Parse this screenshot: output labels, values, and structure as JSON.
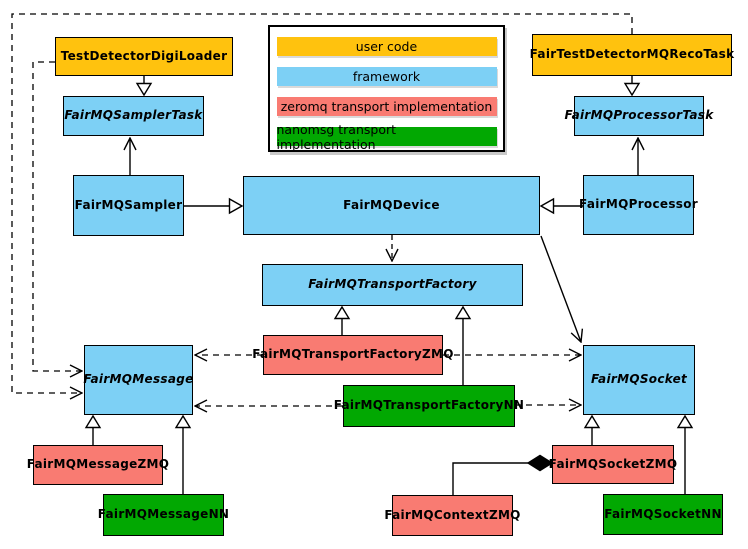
{
  "colors": {
    "user": "#FFC20E",
    "framework": "#7DD0F5",
    "zeromq": "#F97B72",
    "nanomsg": "#02A802",
    "canvas": "#FFFFFF",
    "line": "#000000"
  },
  "legend": {
    "items": [
      {
        "label": "user code",
        "type": "user"
      },
      {
        "label": "framework",
        "type": "framework"
      },
      {
        "label": "zeromq transport implementation",
        "type": "zeromq"
      },
      {
        "label": "nanomsg transport implementation",
        "type": "nanomsg"
      }
    ]
  },
  "nodes": {
    "testDetectorDigiLoader": {
      "label": "TestDetectorDigiLoader",
      "type": "user",
      "abstract": false
    },
    "fairTestDetectorMQRecoTask": {
      "label": "FairTestDetectorMQRecoTask",
      "type": "user",
      "abstract": false
    },
    "fairMQSamplerTask": {
      "label": "FairMQSamplerTask",
      "type": "framework",
      "abstract": true
    },
    "fairMQProcessorTask": {
      "label": "FairMQProcessorTask",
      "type": "framework",
      "abstract": true
    },
    "fairMQSampler": {
      "label": "FairMQSampler",
      "type": "framework",
      "abstract": false
    },
    "fairMQDevice": {
      "label": "FairMQDevice",
      "type": "framework",
      "abstract": false
    },
    "fairMQProcessor": {
      "label": "FairMQProcessor",
      "type": "framework",
      "abstract": false
    },
    "fairMQTransportFactory": {
      "label": "FairMQTransportFactory",
      "type": "framework",
      "abstract": true
    },
    "fairMQTransportFactoryZMQ": {
      "label": "FairMQTransportFactoryZMQ",
      "type": "zeromq",
      "abstract": false
    },
    "fairMQTransportFactoryNN": {
      "label": "FairMQTransportFactoryNN",
      "type": "nanomsg",
      "abstract": false
    },
    "fairMQMessage": {
      "label": "FairMQMessage",
      "type": "framework",
      "abstract": true
    },
    "fairMQSocket": {
      "label": "FairMQSocket",
      "type": "framework",
      "abstract": true
    },
    "fairMQMessageZMQ": {
      "label": "FairMQMessageZMQ",
      "type": "zeromq",
      "abstract": false
    },
    "fairMQMessageNN": {
      "label": "FairMQMessageNN",
      "type": "nanomsg",
      "abstract": false
    },
    "fairMQContextZMQ": {
      "label": "FairMQContextZMQ",
      "type": "zeromq",
      "abstract": false
    },
    "fairMQSocketZMQ": {
      "label": "FairMQSocketZMQ",
      "type": "zeromq",
      "abstract": false
    },
    "fairMQSocketNN": {
      "label": "FairMQSocketNN",
      "type": "nanomsg",
      "abstract": false
    }
  },
  "edges": [
    {
      "from": "testDetectorDigiLoader",
      "to": "fairMQSamplerTask",
      "kind": "inheritance-hollow-triangle"
    },
    {
      "from": "fairTestDetectorMQRecoTask",
      "to": "fairMQProcessorTask",
      "kind": "inheritance-hollow-triangle"
    },
    {
      "from": "fairMQSampler",
      "to": "fairMQSamplerTask",
      "kind": "solid-open-arrow"
    },
    {
      "from": "fairMQProcessor",
      "to": "fairMQProcessorTask",
      "kind": "solid-open-arrow"
    },
    {
      "from": "fairMQSampler",
      "to": "fairMQDevice",
      "kind": "inheritance-hollow-triangle"
    },
    {
      "from": "fairMQProcessor",
      "to": "fairMQDevice",
      "kind": "inheritance-hollow-triangle"
    },
    {
      "from": "fairMQDevice",
      "to": "fairMQTransportFactory",
      "kind": "dashed-dependency"
    },
    {
      "from": "fairMQDevice",
      "to": "fairMQSocket",
      "kind": "solid-open-arrow"
    },
    {
      "from": "fairMQTransportFactoryZMQ",
      "to": "fairMQTransportFactory",
      "kind": "inheritance-hollow-triangle"
    },
    {
      "from": "fairMQTransportFactoryNN",
      "to": "fairMQTransportFactory",
      "kind": "inheritance-hollow-triangle"
    },
    {
      "from": "fairMQTransportFactoryZMQ",
      "to": "fairMQMessage",
      "kind": "dashed-dependency"
    },
    {
      "from": "fairMQTransportFactoryZMQ",
      "to": "fairMQSocket",
      "kind": "dashed-dependency"
    },
    {
      "from": "fairMQTransportFactoryNN",
      "to": "fairMQMessage",
      "kind": "dashed-dependency"
    },
    {
      "from": "fairMQTransportFactoryNN",
      "to": "fairMQSocket",
      "kind": "dashed-dependency"
    },
    {
      "from": "testDetectorDigiLoader",
      "to": "fairMQMessage",
      "kind": "dashed-dependency"
    },
    {
      "from": "fairTestDetectorMQRecoTask",
      "to": "fairMQMessage",
      "kind": "dashed-dependency"
    },
    {
      "from": "fairMQMessageZMQ",
      "to": "fairMQMessage",
      "kind": "inheritance-hollow-triangle"
    },
    {
      "from": "fairMQMessageNN",
      "to": "fairMQMessage",
      "kind": "inheritance-hollow-triangle"
    },
    {
      "from": "fairMQSocketZMQ",
      "to": "fairMQSocket",
      "kind": "inheritance-hollow-triangle"
    },
    {
      "from": "fairMQSocketNN",
      "to": "fairMQSocket",
      "kind": "inheritance-hollow-triangle"
    },
    {
      "from": "fairMQContextZMQ",
      "to": "fairMQSocketZMQ",
      "kind": "composition-filled-diamond"
    }
  ]
}
